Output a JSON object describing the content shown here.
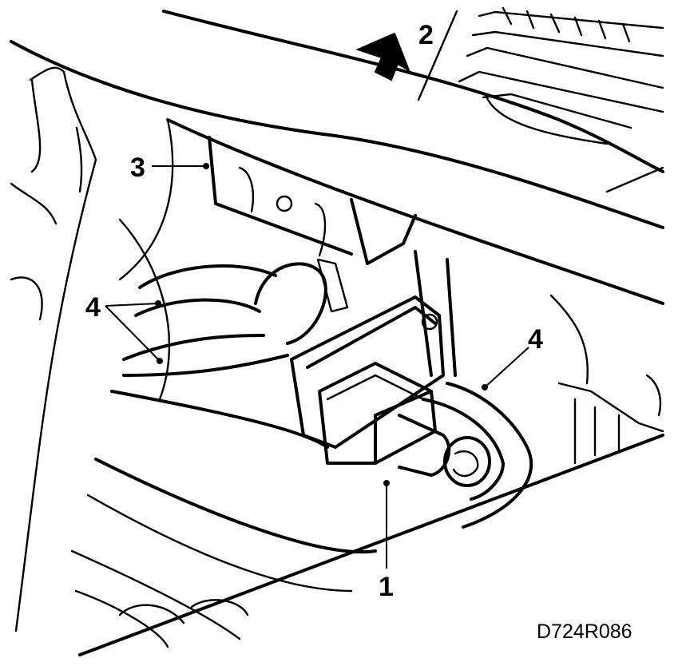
{
  "figure": {
    "callouts": {
      "c1": "1",
      "c2": "2",
      "c3": "3",
      "c4a": "4",
      "c4b": "4"
    },
    "reference_code": "D724R086"
  }
}
